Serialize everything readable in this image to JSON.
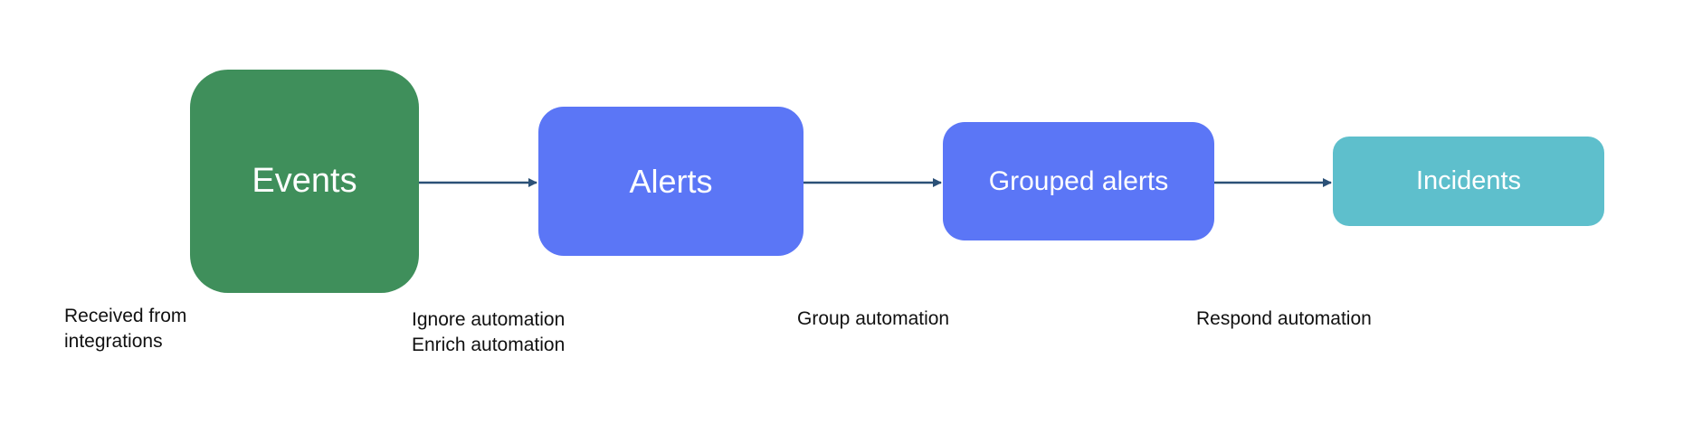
{
  "colors": {
    "events": "#3F8F5B",
    "alerts": "#5B76F6",
    "grouped_alerts": "#5B76F6",
    "incidents": "#5EBFCC",
    "arrow": "#2B5177"
  },
  "nodes": {
    "events": {
      "label": "Events"
    },
    "alerts": {
      "label": "Alerts"
    },
    "grouped_alerts": {
      "label": "Grouped alerts"
    },
    "incidents": {
      "label": "Incidents"
    }
  },
  "edges": [
    {
      "from": "events",
      "to": "alerts"
    },
    {
      "from": "alerts",
      "to": "grouped_alerts"
    },
    {
      "from": "grouped_alerts",
      "to": "incidents"
    }
  ],
  "captions": {
    "received": [
      "Received from",
      "integrations"
    ],
    "ignore_enrich": [
      "Ignore automation",
      "Enrich automation"
    ],
    "group": [
      "Group automation"
    ],
    "respond": [
      "Respond automation"
    ]
  }
}
